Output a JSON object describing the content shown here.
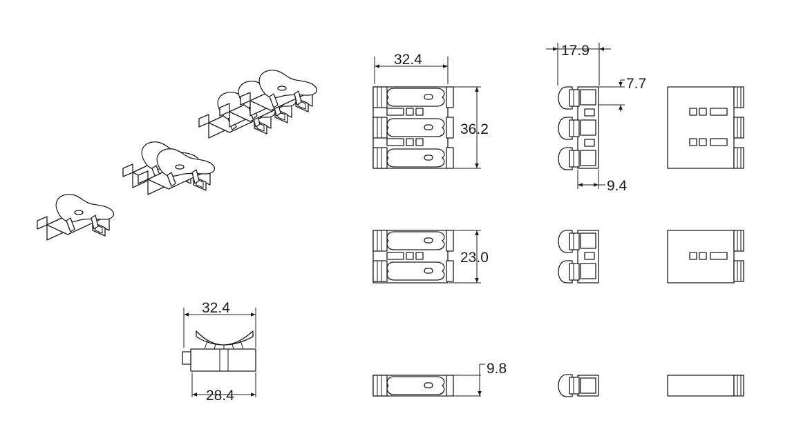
{
  "dimensions": {
    "front_width": "32.4",
    "front_height_3way": "36.2",
    "front_height_2way": "23.0",
    "front_height_1way": "9.8",
    "side_depth": "17.9",
    "side_lever_offset": "7.7",
    "side_body_depth": "9.4",
    "bottom_top_width": "32.4",
    "bottom_base_width": "28.4"
  },
  "colors": {
    "line": "#1a1a1a",
    "background": "#ffffff"
  }
}
